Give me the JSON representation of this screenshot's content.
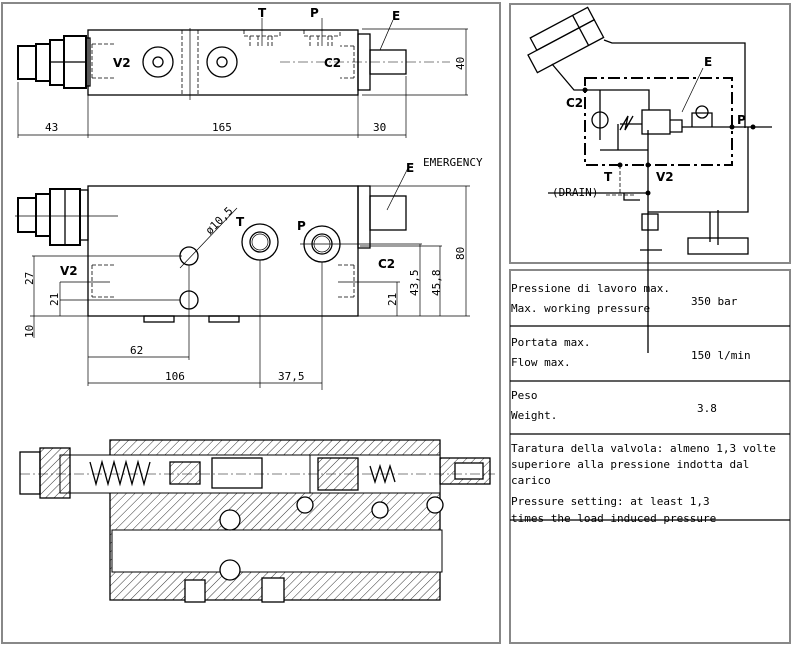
{
  "top_view": {
    "ports": {
      "T": "T",
      "P": "P",
      "E": "E",
      "V2": "V2",
      "C2": "C2"
    },
    "dims": {
      "left": "43",
      "body": "165",
      "right": "30",
      "height": "40"
    }
  },
  "front_view": {
    "emergency": "EMERGENCY",
    "ports": {
      "T": "T",
      "P": "P",
      "E": "E",
      "V2": "V2",
      "C2": "C2"
    },
    "dims": {
      "hole_dia": "ø10,5",
      "h27": "27",
      "h21_left": "21",
      "h10": "10",
      "d62": "62",
      "d106": "106",
      "d37_5": "37,5",
      "h21_right": "21",
      "h43_5": "43,5",
      "h45_8": "45,8",
      "h80": "80"
    }
  },
  "schematic": {
    "labels": {
      "E": "E",
      "C2": "C2",
      "P": "P",
      "T": "T",
      "V2": "V2",
      "drain": "(DRAIN)"
    }
  },
  "specs": [
    {
      "label_it": "Pressione di lavoro max.",
      "label_en": "Max. working pressure",
      "value": "350 bar"
    },
    {
      "label_it": "Portata max.",
      "label_en": "Flow max.",
      "value": "150 l/min"
    },
    {
      "label_it": "Peso",
      "label_en": "Weight.",
      "value": "3.8"
    }
  ],
  "notes": {
    "it_line1": "Taratura della valvola: almeno 1,3 volte",
    "it_line2": "superiore alla pressione indotta dal carico",
    "en_line1": "Pressure setting: at least 1,3",
    "en_line2": "times the load induced pressure"
  }
}
